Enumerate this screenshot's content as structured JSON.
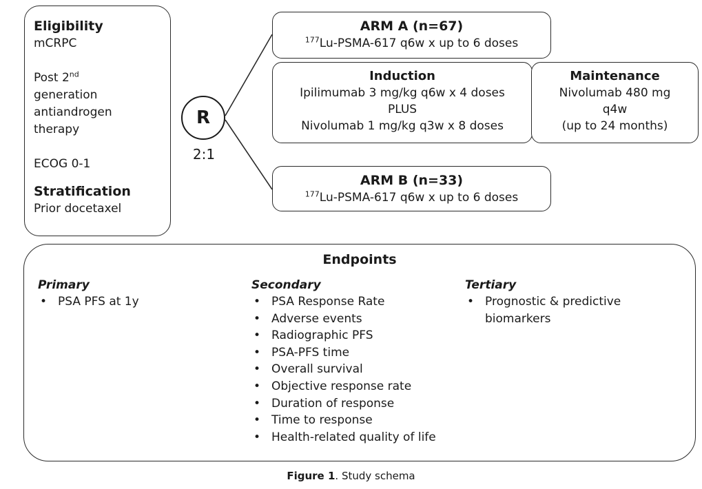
{
  "eligibility": {
    "title": "Eligibility",
    "mcrpc": "mCRPC",
    "post_line1_pre": "Post 2",
    "post_line1_sup": "nd",
    "post_line2": "generation",
    "post_line3": "antiandrogen",
    "post_line4": "therapy",
    "ecog": "ECOG 0-1",
    "strat_title": "Stratification",
    "strat_value": "Prior docetaxel"
  },
  "randomization": {
    "label": "R",
    "ratio": "2:1"
  },
  "arm_a": {
    "title": "ARM A (n=67)",
    "sup": "177",
    "regimen": "Lu-PSMA-617 q6w x up to 6 doses"
  },
  "induction": {
    "title": "Induction",
    "line1": "Ipilimumab 3 mg/kg q6w x 4 doses",
    "line2": "PLUS",
    "line3": "Nivolumab 1 mg/kg q3w x 8 doses"
  },
  "maintenance": {
    "title": "Maintenance",
    "line1": "Nivolumab 480 mg",
    "line2": "q4w",
    "line3": "(up to 24 months)"
  },
  "arm_b": {
    "title": "ARM B (n=33)",
    "sup": "177",
    "regimen": "Lu-PSMA-617 q6w x up to 6 doses"
  },
  "endpoints": {
    "title": "Endpoints",
    "bullet_char": "•",
    "primary": {
      "title": "Primary",
      "items": [
        "PSA PFS at 1y"
      ]
    },
    "secondary": {
      "title": "Secondary",
      "items": [
        "PSA Response Rate",
        "Adverse events",
        "Radiographic PFS",
        "PSA-PFS time",
        "Overall survival",
        "Objective response rate",
        "Duration of response",
        "Time to response",
        "Health-related quality of life"
      ]
    },
    "tertiary": {
      "title": "Tertiary",
      "items": [
        "Prognostic & predictive",
        "biomarkers"
      ]
    }
  },
  "caption": {
    "label": "Figure 1",
    "text": ". Study schema"
  }
}
